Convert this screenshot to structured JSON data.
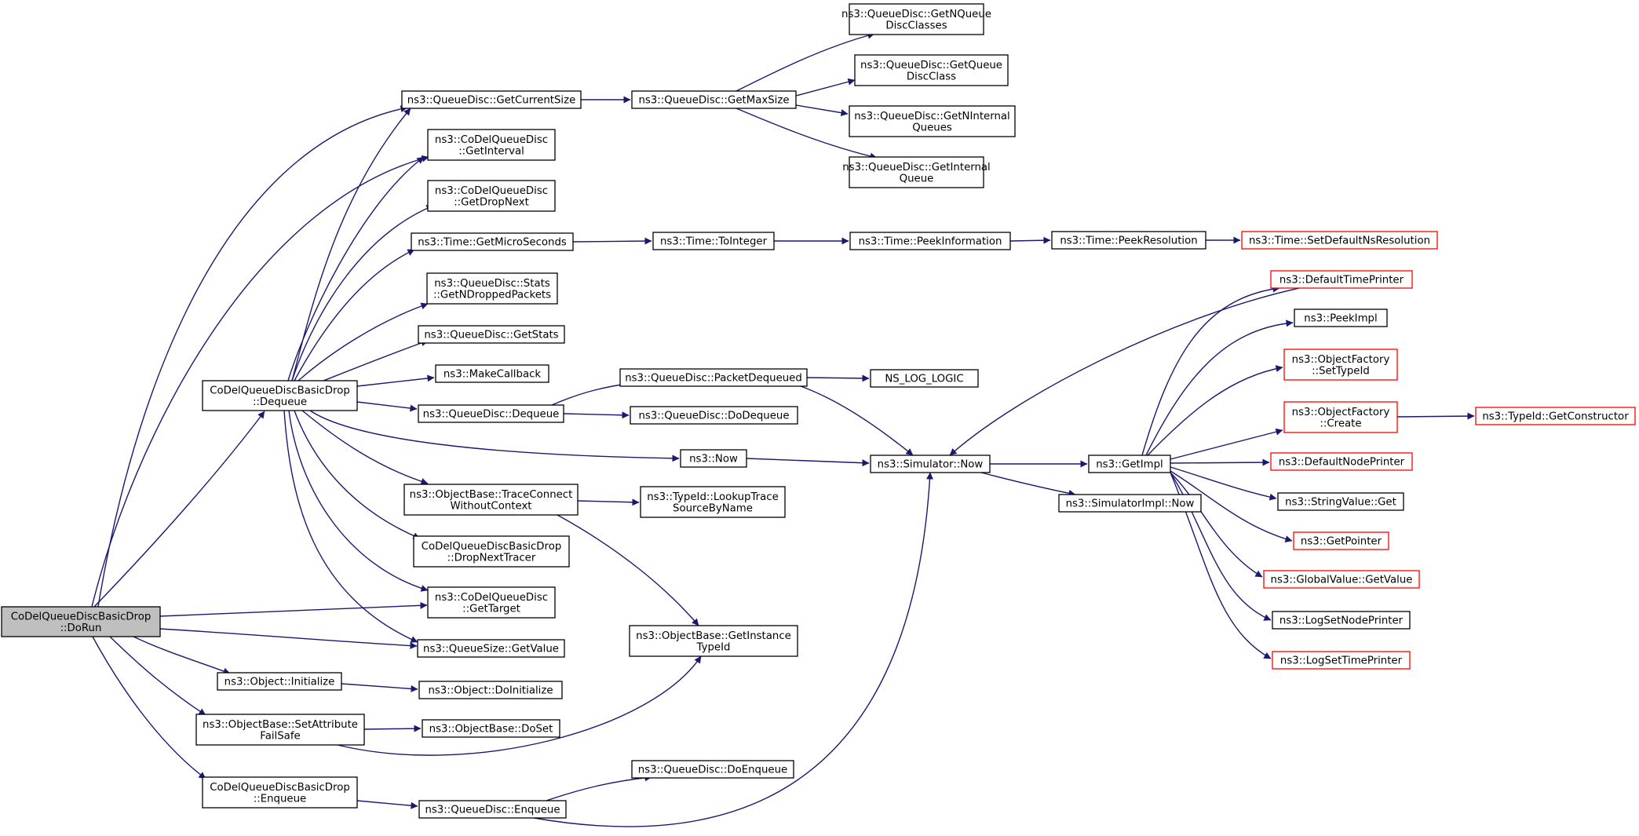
{
  "colors": {
    "edge": "#191970",
    "node_border": "#000000",
    "node_border_red": "#ff0000",
    "root_fill": "#bfbfbf"
  },
  "nodes": [
    {
      "id": "dorun",
      "lines": [
        "CoDelQueueDiscBasicDrop",
        "::DoRun"
      ],
      "style": "root"
    },
    {
      "id": "dequeue",
      "lines": [
        "CoDelQueueDiscBasicDrop",
        "::Dequeue"
      ],
      "style": "normal"
    },
    {
      "id": "getcurrentsize",
      "lines": [
        "ns3::QueueDisc::GetCurrentSize"
      ],
      "style": "normal"
    },
    {
      "id": "getinterval",
      "lines": [
        "ns3::CoDelQueueDisc",
        "::GetInterval"
      ],
      "style": "normal"
    },
    {
      "id": "getdropnext",
      "lines": [
        "ns3::CoDelQueueDisc",
        "::GetDropNext"
      ],
      "style": "normal"
    },
    {
      "id": "getmicroseconds",
      "lines": [
        "ns3::Time::GetMicroSeconds"
      ],
      "style": "normal"
    },
    {
      "id": "getndropped",
      "lines": [
        "ns3::QueueDisc::Stats",
        "::GetNDroppedPackets"
      ],
      "style": "normal"
    },
    {
      "id": "getstats",
      "lines": [
        "ns3::QueueDisc::GetStats"
      ],
      "style": "normal"
    },
    {
      "id": "makecallback",
      "lines": [
        "ns3::MakeCallback"
      ],
      "style": "normal"
    },
    {
      "id": "qddequeue",
      "lines": [
        "ns3::QueueDisc::Dequeue"
      ],
      "style": "normal"
    },
    {
      "id": "tracewc",
      "lines": [
        "ns3::ObjectBase::TraceConnect",
        "WithoutContext"
      ],
      "style": "normal"
    },
    {
      "id": "dropnexttracer",
      "lines": [
        "CoDelQueueDiscBasicDrop",
        "::DropNextTracer"
      ],
      "style": "normal"
    },
    {
      "id": "gettarget",
      "lines": [
        "ns3::CoDelQueueDisc",
        "::GetTarget"
      ],
      "style": "normal"
    },
    {
      "id": "qsgetvalue",
      "lines": [
        "ns3::QueueSize::GetValue"
      ],
      "style": "normal"
    },
    {
      "id": "objinit",
      "lines": [
        "ns3::Object::Initialize"
      ],
      "style": "normal"
    },
    {
      "id": "setattrfs",
      "lines": [
        "ns3::ObjectBase::SetAttribute",
        "FailSafe"
      ],
      "style": "normal"
    },
    {
      "id": "enqueue",
      "lines": [
        "CoDelQueueDiscBasicDrop",
        "::Enqueue"
      ],
      "style": "normal"
    },
    {
      "id": "getmaxsize",
      "lines": [
        "ns3::QueueDisc::GetMaxSize"
      ],
      "style": "normal"
    },
    {
      "id": "getnqdc",
      "lines": [
        "ns3::QueueDisc::GetNQueue",
        "DiscClasses"
      ],
      "style": "normal"
    },
    {
      "id": "getqdc",
      "lines": [
        "ns3::QueueDisc::GetQueue",
        "DiscClass"
      ],
      "style": "normal"
    },
    {
      "id": "getninternal",
      "lines": [
        "ns3::QueueDisc::GetNInternal",
        "Queues"
      ],
      "style": "normal"
    },
    {
      "id": "getinternal",
      "lines": [
        "ns3::QueueDisc::GetInternal",
        "Queue"
      ],
      "style": "normal"
    },
    {
      "id": "tointeger",
      "lines": [
        "ns3::Time::ToInteger"
      ],
      "style": "normal"
    },
    {
      "id": "peekinfo",
      "lines": [
        "ns3::Time::PeekInformation"
      ],
      "style": "normal"
    },
    {
      "id": "peekres",
      "lines": [
        "ns3::Time::PeekResolution"
      ],
      "style": "normal"
    },
    {
      "id": "setdefres",
      "lines": [
        "ns3::Time::SetDefaultNsResolution"
      ],
      "style": "red"
    },
    {
      "id": "pktdequeued",
      "lines": [
        "ns3::QueueDisc::PacketDequeued"
      ],
      "style": "normal"
    },
    {
      "id": "nsloglogic",
      "lines": [
        "NS_LOG_LOGIC"
      ],
      "style": "normal"
    },
    {
      "id": "dodequeue",
      "lines": [
        "ns3::QueueDisc::DoDequeue"
      ],
      "style": "normal"
    },
    {
      "id": "now",
      "lines": [
        "ns3::Now"
      ],
      "style": "normal"
    },
    {
      "id": "simnow",
      "lines": [
        "ns3::Simulator::Now"
      ],
      "style": "normal"
    },
    {
      "id": "getimpl",
      "lines": [
        "ns3::GetImpl"
      ],
      "style": "normal"
    },
    {
      "id": "simimplnow",
      "lines": [
        "ns3::SimulatorImpl::Now"
      ],
      "style": "normal"
    },
    {
      "id": "lookuptrace",
      "lines": [
        "ns3::TypeId::LookupTrace",
        "SourceByName"
      ],
      "style": "normal"
    },
    {
      "id": "getinstancetid",
      "lines": [
        "ns3::ObjectBase::GetInstance",
        "TypeId"
      ],
      "style": "normal"
    },
    {
      "id": "doinit",
      "lines": [
        "ns3::Object::DoInitialize"
      ],
      "style": "normal"
    },
    {
      "id": "doset",
      "lines": [
        "ns3::ObjectBase::DoSet"
      ],
      "style": "normal"
    },
    {
      "id": "doenqueue",
      "lines": [
        "ns3::QueueDisc::DoEnqueue"
      ],
      "style": "normal"
    },
    {
      "id": "qdenqueue",
      "lines": [
        "ns3::QueueDisc::Enqueue"
      ],
      "style": "normal"
    },
    {
      "id": "deftimeprinter",
      "lines": [
        "ns3::DefaultTimePrinter"
      ],
      "style": "red"
    },
    {
      "id": "peekimpl",
      "lines": [
        "ns3::PeekImpl"
      ],
      "style": "normal"
    },
    {
      "id": "ofsettypeid",
      "lines": [
        "ns3::ObjectFactory",
        "::SetTypeId"
      ],
      "style": "red"
    },
    {
      "id": "ofcreate",
      "lines": [
        "ns3::ObjectFactory",
        "::Create"
      ],
      "style": "red"
    },
    {
      "id": "getconstructor",
      "lines": [
        "ns3::TypeId::GetConstructor"
      ],
      "style": "red"
    },
    {
      "id": "defnodeprinter",
      "lines": [
        "ns3::DefaultNodePrinter"
      ],
      "style": "red"
    },
    {
      "id": "stringvalueget",
      "lines": [
        "ns3::StringValue::Get"
      ],
      "style": "normal"
    },
    {
      "id": "getpointer",
      "lines": [
        "ns3::GetPointer"
      ],
      "style": "red"
    },
    {
      "id": "gvgetvalue",
      "lines": [
        "ns3::GlobalValue::GetValue"
      ],
      "style": "red"
    },
    {
      "id": "logsetnode",
      "lines": [
        "ns3::LogSetNodePrinter"
      ],
      "style": "normal"
    },
    {
      "id": "logsettime",
      "lines": [
        "ns3::LogSetTimePrinter"
      ],
      "style": "red"
    }
  ]
}
